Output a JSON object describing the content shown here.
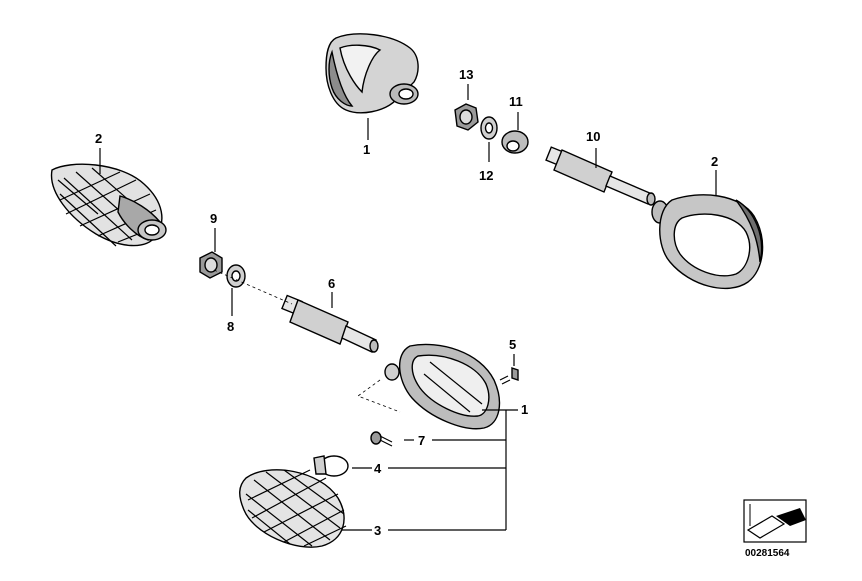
{
  "diagram": {
    "callouts": {
      "c1_top": "1",
      "c13": "13",
      "c11": "11",
      "c12": "12",
      "c10": "10",
      "c2_left": "2",
      "c2_right": "2",
      "c9": "9",
      "c8": "8",
      "c6": "6",
      "c5": "5",
      "c1_bottom": "1",
      "c7": "7",
      "c4": "4",
      "c3": "3"
    },
    "drawing_id": "00281564"
  }
}
